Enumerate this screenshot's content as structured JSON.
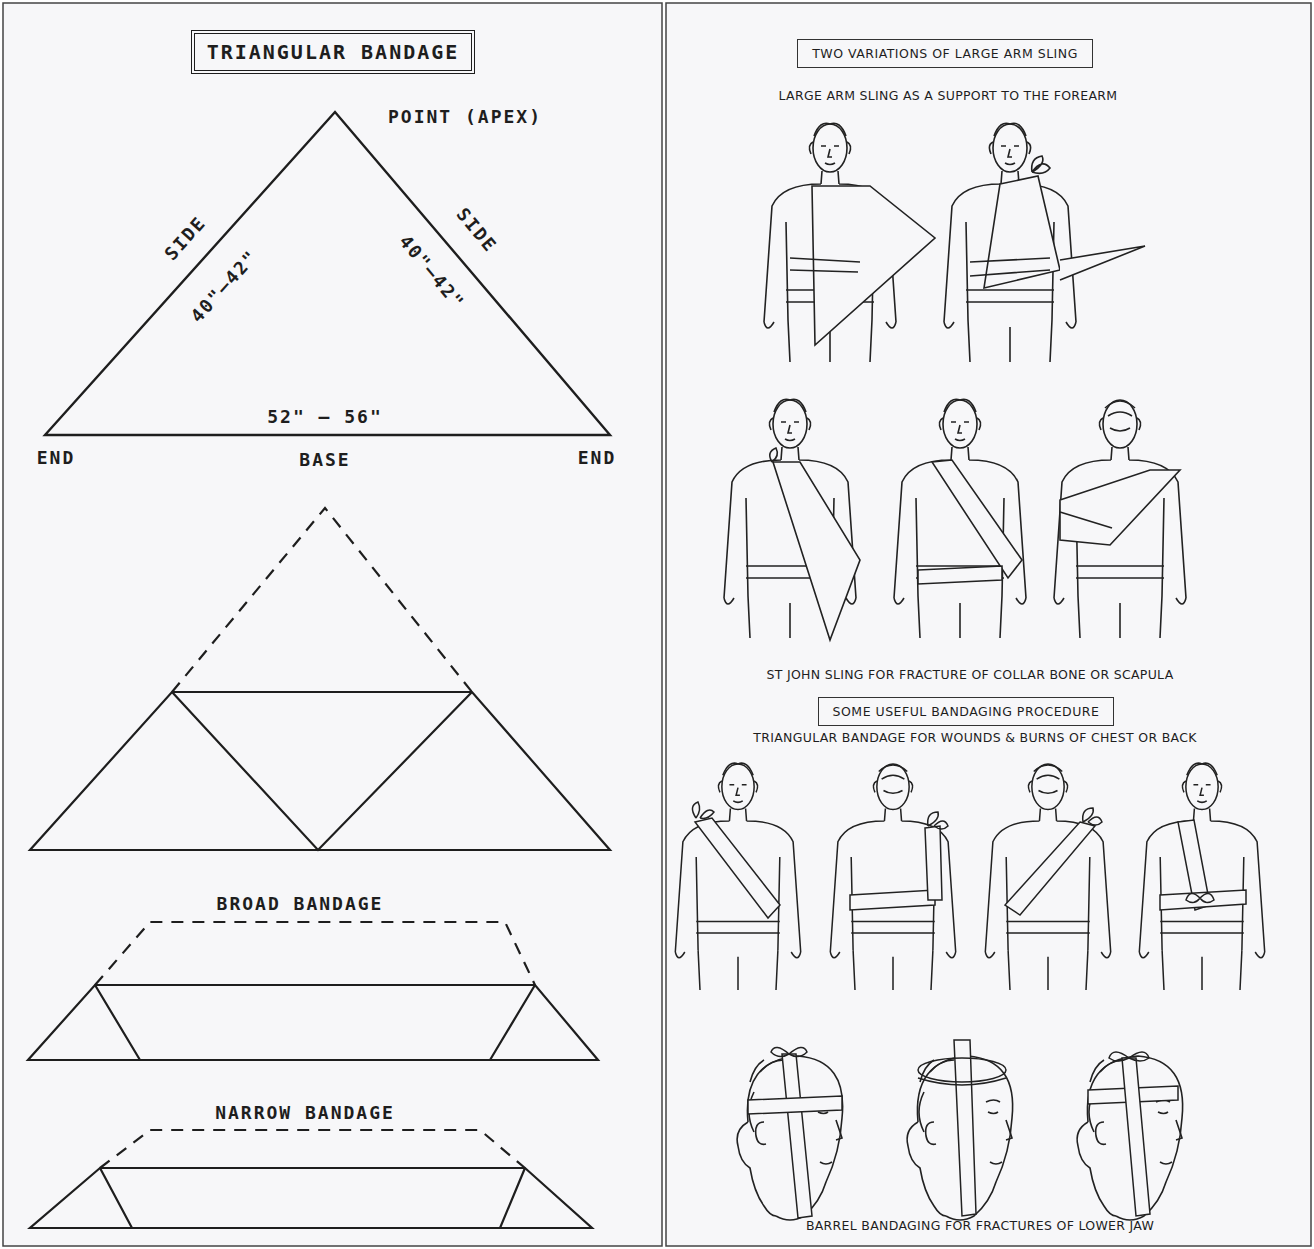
{
  "diagram": {
    "nodes": [
      {
        "text": [
          "TRIANGULAR BANDAGE"
        ]
      },
      {
        "text": [
          "TWO VARIATIONS OF LARGE ARM SLING"
        ]
      },
      {
        "text": [
          "SOME USEFUL BANDAGING PROCEDURE"
        ]
      }
    ],
    "labels": [
      "POINT (APEX)",
      "SIDE",
      "40\"–42\"",
      "SIDE",
      "40\"–42\"",
      "52\" – 56\"",
      "END",
      "BASE",
      "END",
      "BROAD BANDAGE",
      "NARROW BANDAGE",
      "LARGE ARM SLING AS A SUPPORT TO THE FOREARM",
      "ST JOHN SLING FOR FRACTURE OF COLLAR BONE OR SCAPULA",
      "TRIANGULAR BANDAGE FOR WOUNDS & BURNS OF CHEST OR BACK",
      "BARREL BANDAGING FOR FRACTURES OF LOWER JAW"
    ]
  }
}
